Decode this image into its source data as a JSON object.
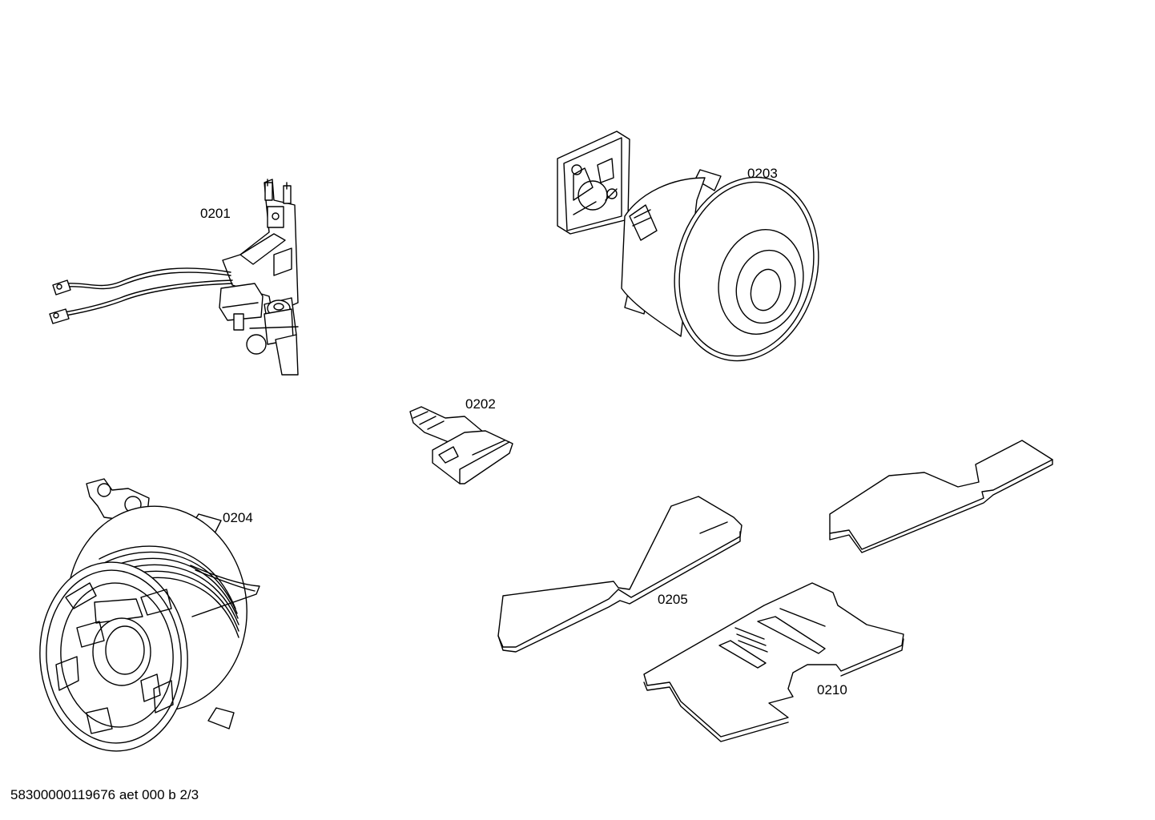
{
  "parts": [
    {
      "id": "switch-assembly",
      "label": "0201"
    },
    {
      "id": "connector-clip",
      "label": "0202"
    },
    {
      "id": "motor",
      "label": "0203"
    },
    {
      "id": "cable-reel",
      "label": "0204"
    },
    {
      "id": "foam-strip",
      "label": "0205"
    },
    {
      "id": "filter-mat",
      "label": "0210"
    }
  ],
  "footer": "58300000119676 aet 000 b 2/3"
}
